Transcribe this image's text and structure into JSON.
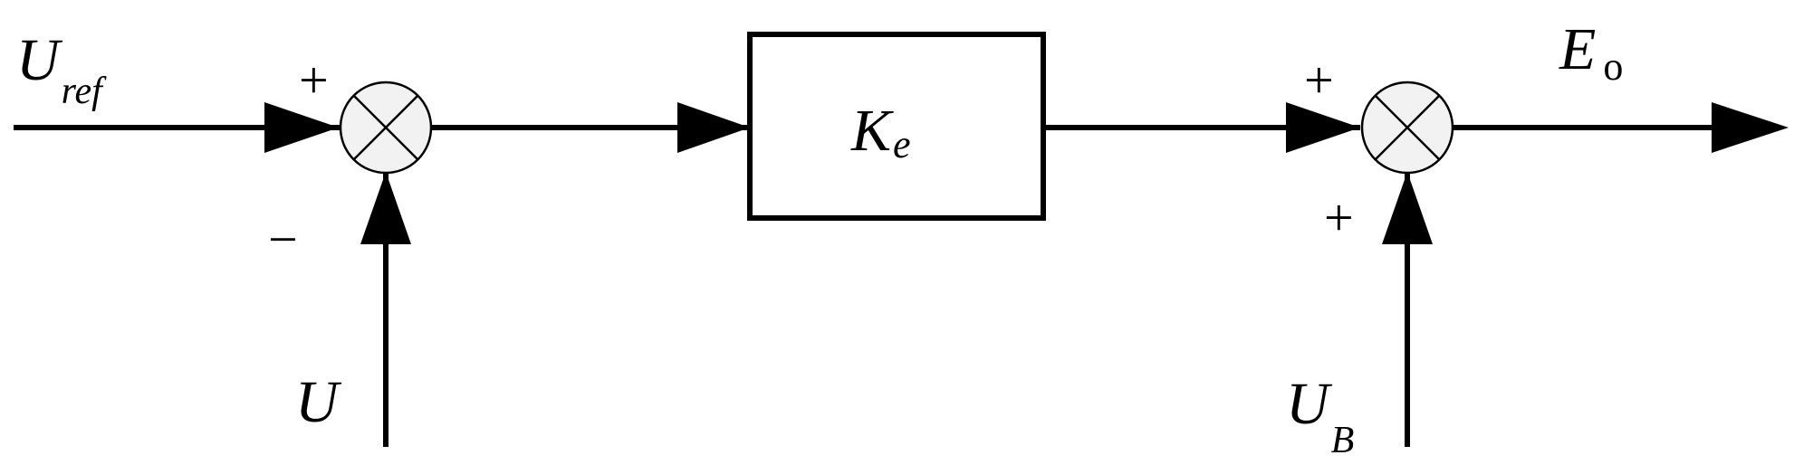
{
  "inputs": {
    "reference": {
      "main": "U",
      "sub": "ref"
    },
    "feedback": {
      "main": "U"
    },
    "bias": {
      "main": "U",
      "sub": "B"
    }
  },
  "output": {
    "main": "E",
    "sub": "o"
  },
  "gain_block": {
    "main": "K",
    "sub": "e"
  },
  "summing_junction_1": {
    "sign_top": "+",
    "sign_bottom": "−"
  },
  "summing_junction_2": {
    "sign_top": "+",
    "sign_bottom": "+"
  },
  "colors": {
    "line": "#000000",
    "junction_fill": "#f2f2f2",
    "background": "#ffffff"
  }
}
